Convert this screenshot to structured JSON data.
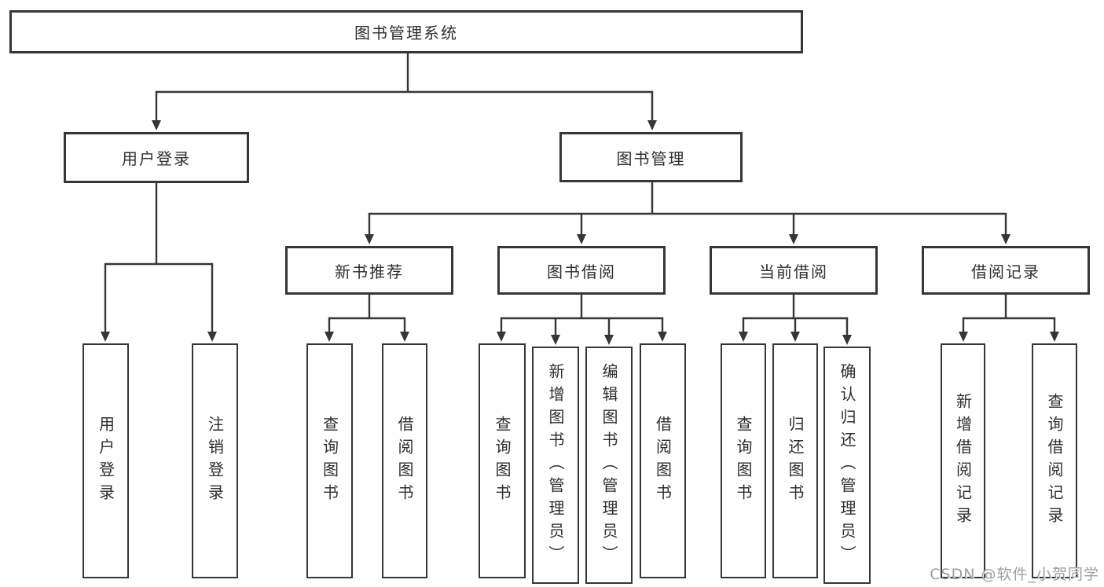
{
  "tree": {
    "root": "图书管理系统",
    "children": [
      {
        "label": "用户登录",
        "children": [
          {
            "label": "用户登录"
          },
          {
            "label": "注销登录"
          }
        ]
      },
      {
        "label": "图书管理",
        "children": [
          {
            "label": "新书推荐",
            "children": [
              {
                "label": "查询图书"
              },
              {
                "label": "借阅图书"
              }
            ]
          },
          {
            "label": "图书借阅",
            "children": [
              {
                "label": "查询图书"
              },
              {
                "label": "新增图书（管理员）"
              },
              {
                "label": "编辑图书（管理员）"
              },
              {
                "label": "借阅图书"
              }
            ]
          },
          {
            "label": "当前借阅",
            "children": [
              {
                "label": "查询图书"
              },
              {
                "label": "归还图书"
              },
              {
                "label": "确认归还（管理员）"
              }
            ]
          },
          {
            "label": "借阅记录",
            "children": [
              {
                "label": "新增借阅记录"
              },
              {
                "label": "查询借阅记录"
              }
            ]
          }
        ]
      }
    ]
  },
  "watermark": {
    "text": "CSDN @软件_小贺同学"
  },
  "colors": {
    "line": "#363636",
    "box_border": "#363636",
    "text": "#2f2f2f",
    "watermark": "#9e9e9e",
    "background": "#ffffff"
  }
}
